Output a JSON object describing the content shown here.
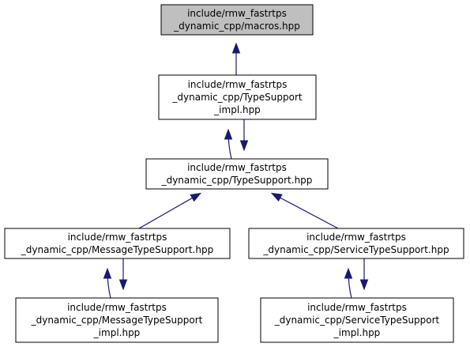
{
  "colors": {
    "highlight_fill": "#bfbfbf",
    "node_fill": "#ffffff",
    "border": "#000000",
    "edge": "#191970"
  },
  "nodes": [
    {
      "id": "macros",
      "lines": [
        "include/rmw_fastrtps",
        "_dynamic_cpp/macros.hpp"
      ],
      "highlighted": true
    },
    {
      "id": "typesupport-impl",
      "lines": [
        "include/rmw_fastrtps",
        "_dynamic_cpp/TypeSupport",
        "_impl.hpp"
      ],
      "highlighted": false
    },
    {
      "id": "typesupport",
      "lines": [
        "include/rmw_fastrtps",
        "_dynamic_cpp/TypeSupport.hpp"
      ],
      "highlighted": false
    },
    {
      "id": "message-typesupport",
      "lines": [
        "include/rmw_fastrtps",
        "_dynamic_cpp/MessageTypeSupport.hpp"
      ],
      "highlighted": false
    },
    {
      "id": "service-typesupport",
      "lines": [
        "include/rmw_fastrtps",
        "_dynamic_cpp/ServiceTypeSupport.hpp"
      ],
      "highlighted": false
    },
    {
      "id": "message-typesupport-impl",
      "lines": [
        "include/rmw_fastrtps",
        "_dynamic_cpp/MessageTypeSupport",
        "_impl.hpp"
      ],
      "highlighted": false
    },
    {
      "id": "service-typesupport-impl",
      "lines": [
        "include/rmw_fastrtps",
        "_dynamic_cpp/ServiceTypeSupport",
        "_impl.hpp"
      ],
      "highlighted": false
    }
  ],
  "edges": [
    {
      "from": "typesupport-impl",
      "to": "macros"
    },
    {
      "from": "typesupport",
      "to": "typesupport-impl"
    },
    {
      "from": "typesupport-impl",
      "to": "typesupport"
    },
    {
      "from": "message-typesupport",
      "to": "typesupport"
    },
    {
      "from": "service-typesupport",
      "to": "typesupport"
    },
    {
      "from": "message-typesupport-impl",
      "to": "message-typesupport"
    },
    {
      "from": "message-typesupport",
      "to": "message-typesupport-impl"
    },
    {
      "from": "service-typesupport-impl",
      "to": "service-typesupport"
    },
    {
      "from": "service-typesupport",
      "to": "service-typesupport-impl"
    }
  ]
}
